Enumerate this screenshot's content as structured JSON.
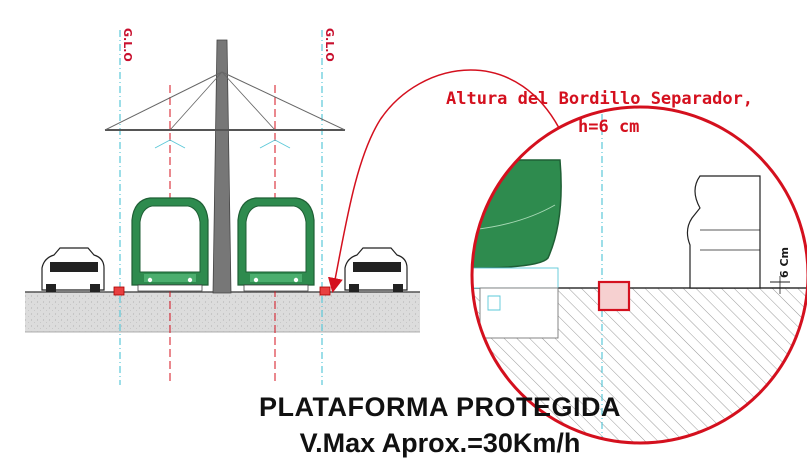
{
  "labels": {
    "axis_left": "G.L.O",
    "axis_right": "G.L.O",
    "detail_title_line1": "Altura del Bordillo Separador,",
    "detail_title_line2": "h=6 cm",
    "curb_dimension": "6 Cm"
  },
  "caption": {
    "line1": "PLATAFORMA  PROTEGIDA",
    "line2": "V.Max Aprox.=30Km/h"
  },
  "colors": {
    "tram_green": "#2e8b4e",
    "annotation_red": "#d4101e",
    "axis_cyan": "#5bc8d8",
    "ground_gray": "#d9d9d9"
  }
}
